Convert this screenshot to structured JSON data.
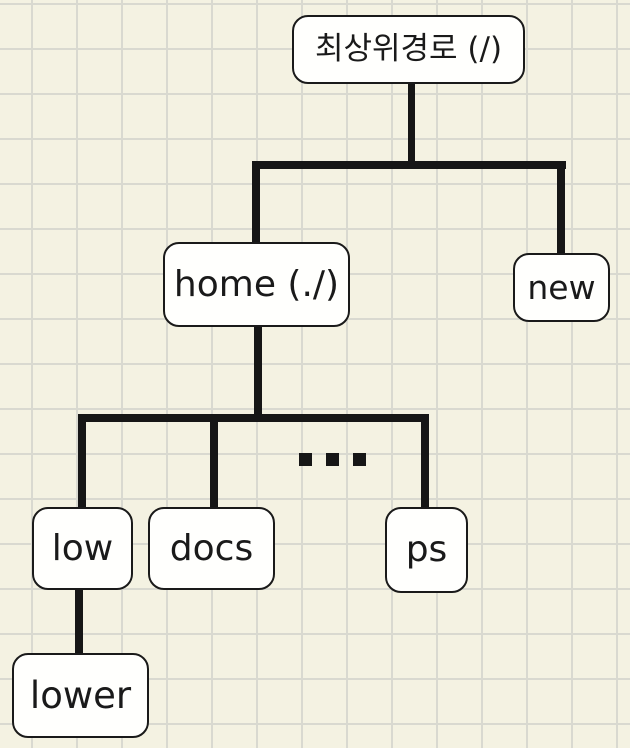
{
  "diagram": {
    "type": "tree",
    "subject": "filesystem-directory-hierarchy",
    "nodes": {
      "root": {
        "label": "최상위경로 (/)"
      },
      "home": {
        "label": "home (./)"
      },
      "new": {
        "label": "new"
      },
      "low": {
        "label": "low"
      },
      "docs": {
        "label": "docs"
      },
      "ps": {
        "label": "ps"
      },
      "lower": {
        "label": "lower"
      }
    },
    "edges": [
      {
        "from": "root",
        "to": "home"
      },
      {
        "from": "root",
        "to": "new"
      },
      {
        "from": "home",
        "to": "low"
      },
      {
        "from": "home",
        "to": "docs"
      },
      {
        "from": "home",
        "to": "ps"
      },
      {
        "from": "low",
        "to": "lower"
      }
    ],
    "ellipsis": "...",
    "colors": {
      "background": "#f4f2e2",
      "grid_line": "#d9d9d0",
      "node_fill": "#fffffd",
      "node_border": "#1a1a1a",
      "connector": "#161616",
      "text": "#1a1a1a"
    }
  }
}
